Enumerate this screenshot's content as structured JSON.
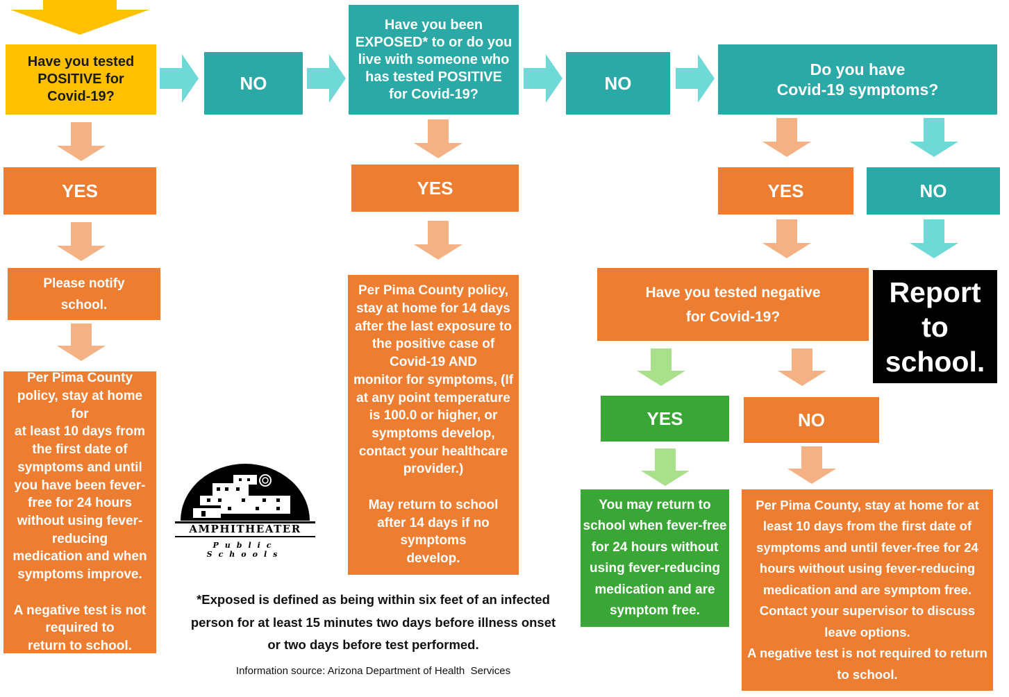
{
  "colors": {
    "orange": "#ed7d31",
    "teal": "#2aa9a6",
    "yellow": "#ffc000",
    "green": "#3aa636",
    "black": "#000000",
    "arrow_orange": "#f4b183",
    "arrow_teal": "#6fd9d8",
    "arrow_green": "#a9e08a"
  },
  "col1": {
    "question": "Have you tested\nPOSITIVE for\nCovid-19?",
    "yes": "YES",
    "notify": "Please notify\nschool.",
    "policy": "Per Pima County\npolicy, stay at home for\nat least 10 days from\nthe first date of\nsymptoms and until\nyou have been fever-\nfree for 24 hours\nwithout using fever-\nreducing\nmedication and when\nsymptoms improve.\n\nA negative test is not\nrequired to\nreturn to school."
  },
  "no1": "NO",
  "col2": {
    "question": "Have you been\nEXPOSED* to or do you\nlive with someone who\nhas tested POSITIVE\nfor Covid-19?",
    "yes": "YES",
    "policy": "Per Pima County policy,\nstay at home for 14 days\nafter the last exposure to\nthe positive case of\nCovid-19 AND\nmonitor for symptoms, (If\nat any point temperature\nis 100.0 or higher, or\nsymptoms develop,\ncontact your healthcare\nprovider.)\n\nMay return to school\nafter 14 days if no\nsymptoms\ndevelop."
  },
  "no2": "NO",
  "col3": {
    "question": "Do you have\nCovid-19 symptoms?",
    "yes": "YES",
    "no": "NO",
    "report": "Report to\nschool.",
    "negative_question": "Have you tested negative\nfor Covid-19?",
    "neg_yes": "YES",
    "neg_no": "NO",
    "neg_yes_text": "You may return to\nschool when fever-free\nfor 24 hours without\nusing fever-reducing\nmedication and are\nsymptom free.",
    "neg_no_text": "Per Pima County, stay at home for at\nleast 10 days from the first date of\nsymptoms and until fever-free for 24\nhours without using fever-reducing\nmedication and are symptom free.\nContact your supervisor to discuss\nleave options.\nA negative test is not required to return\nto school."
  },
  "logo": {
    "name": "AMPHITHEATER",
    "sub": "Public Schools"
  },
  "footnote": "*Exposed is defined as being within six feet of an infected\nperson for at least 15 minutes two days before illness onset\nor two days before test performed.",
  "source": "Information source: Arizona Department of Health  Services"
}
